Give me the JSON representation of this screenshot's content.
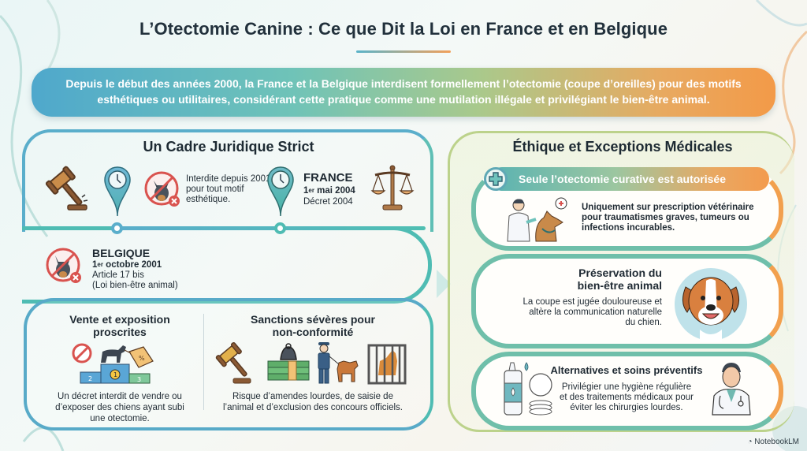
{
  "header": {
    "title": "L’Otectomie Canine : Ce que Dit la Loi en France et en Belgique",
    "intro": "Depuis le début des années 2000, la France et la Belgique interdisent formellement l’otectomie (coupe d’oreilles) pour des motifs esthétiques ou utilitaires, considérant cette pratique comme une mutilation illégale et privilégiant le bien-être animal."
  },
  "left_panel": {
    "title": "Un Cadre Juridique Strict",
    "timeline": {
      "general_note": "Interdite depuis 2001 pour tout motif esthétique.",
      "france": {
        "country": "FRANCE",
        "date_day": "1",
        "date_sup": "er",
        "date_rest": " mai 2004",
        "law": "Décret 2004"
      },
      "belgique": {
        "country": "BELGIQUE",
        "date_day": "1",
        "date_sup": "er",
        "date_rest": " octobre 2001",
        "article": "Article 17 bis",
        "law": "(Loi bien-être animal)"
      }
    },
    "sale": {
      "title_line1": "Vente et exposition",
      "title_line2": "proscrites",
      "text_line1": "Un décret interdit de vendre ou",
      "text_line2": "d’exposer des chiens ayant subi",
      "text_line3": "une otectomie.",
      "podium_labels": [
        "2",
        "1",
        "3"
      ]
    },
    "sanctions": {
      "title_line1": "Sanctions sévères pour",
      "title_line2": "non-conformité",
      "text_line1": "Risque d’amendes lourdes, de saisie de",
      "text_line2": "l’animal et d’exclusion des concours officiels."
    }
  },
  "right_panel": {
    "title": "Éthique et Exceptions Médicales",
    "curative": {
      "header": "Seule l’otectomie curative est autorisée",
      "text_line1": "Uniquement sur prescription vétérinaire",
      "text_line2": "pour traumatismes graves, tumeurs ou",
      "text_line3": "infections incurables."
    },
    "welfare": {
      "title_line1": "Préservation du",
      "title_line2": "bien-être animal",
      "text_line1": "La coupe est jugée douloureuse et",
      "text_line2": "altère la communication naturelle",
      "text_line3": "du chien."
    },
    "alternatives": {
      "title": "Alternatives et soins préventifs",
      "text_line1": "Privilégier une hygiène régulière",
      "text_line2": "et des traitements médicaux pour",
      "text_line3": "éviter les chirurgies lourdes."
    }
  },
  "footer": {
    "watermark": "NotebookLM"
  },
  "colors": {
    "accent_blue": "#5aaecb",
    "accent_teal": "#4fbcb3",
    "accent_green": "#bcd28b",
    "accent_orange": "#f2a04e",
    "text_dark": "#1d2a33"
  }
}
